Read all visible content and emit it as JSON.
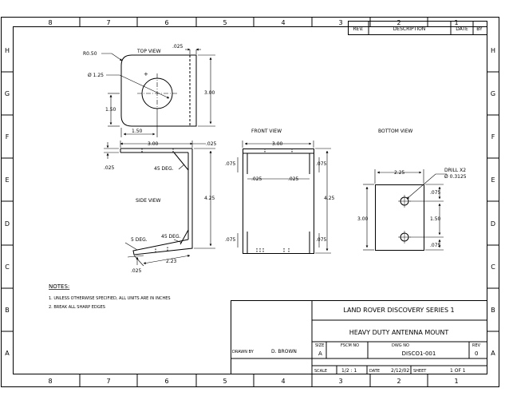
{
  "grid": {
    "columns": [
      "8",
      "7",
      "6",
      "5",
      "4",
      "3",
      "2",
      "1"
    ],
    "rows": [
      "H",
      "G",
      "F",
      "E",
      "D",
      "C",
      "B",
      "A"
    ]
  },
  "revision_block": {
    "rev_label": "REV.",
    "description_label": "DESCRIPTION",
    "date_label": "DATE",
    "by_label": "BY"
  },
  "top_view": {
    "label": "TOP VIEW",
    "radius": "R0.50",
    "hole_dia": "Ø 1.25",
    "dim_thickness": ".025",
    "dim_height": "3.00",
    "dim_hole_y": "1.50",
    "dim_hole_x": "1.50"
  },
  "side_view": {
    "label": "SIDE VIEW",
    "dim_top_len": "3.00",
    "dim_top_thk": ".025",
    "dim_left_thk": ".025",
    "angle_top": "45 DEG.",
    "dim_height": "4.25",
    "angle_low1": "5 DEG.",
    "angle_low2": "45 DEG.",
    "dim_foot": "2.23",
    "dim_bottom_thk": ".025"
  },
  "front_view": {
    "label": "FRONT VIEW",
    "dim_width": "3.00",
    "dim_tl": ".075",
    "dim_tr": ".075",
    "dim_ml": ".025",
    "dim_mr": ".025",
    "dim_height": "4.25",
    "dim_bl": ".075",
    "dim_br": ".075"
  },
  "bottom_view": {
    "label": "BOTTOM VIEW",
    "drill": "DRILL X2",
    "drill_dia": "Ø 0.3125",
    "dim_width": "2.25",
    "dim_height": "3.00",
    "dim_top": ".075",
    "dim_mid": "1.50",
    "dim_bot": ".075"
  },
  "notes": {
    "title": "NOTES:",
    "items": [
      "1. UNLESS OTHERWISE SPECIFIED, ALL UNITS ARE IN INCHES",
      "2. BREAK ALL SHARP EDGES"
    ]
  },
  "title_block": {
    "company": "LAND ROVER DISCOVERY SERIES 1",
    "title": "HEAVY DUTY ANTENNA MOUNT",
    "drawn_by_label": "DRAWN BY",
    "drawn_by": "D. BROWN",
    "size_label": "SIZE",
    "size": "A",
    "fscm_label": "FSCM NO",
    "dwg_label": "DWG NO",
    "dwg_no": "DISCO1-001",
    "rev_label": "REV",
    "rev": "0",
    "scale_label": "SCALE",
    "scale": "1/2 : 1",
    "date_label": "DATE",
    "date": "2/12/02",
    "sheet_label": "SHEET",
    "sheet": "1 OF 1"
  }
}
